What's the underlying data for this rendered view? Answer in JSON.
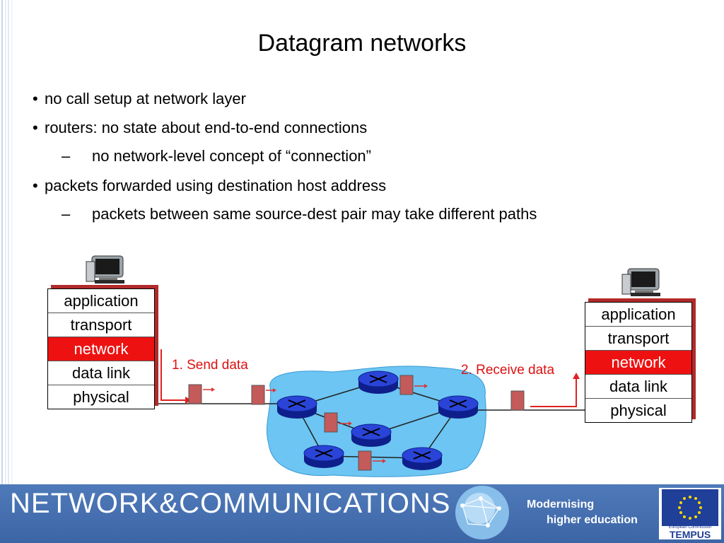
{
  "title": "Datagram networks",
  "bullets": [
    "no call setup at network layer",
    "routers: no state about end-to-end connections",
    "packets forwarded using destination host address"
  ],
  "subbullets": [
    "no network-level concept of “connection”",
    "packets between same source-dest pair may take different paths"
  ],
  "bullet_symbol": "•",
  "dash_symbol": "–",
  "stacks": {
    "left": [
      "application",
      "transport",
      "network",
      "data link",
      "physical"
    ],
    "right": [
      "application",
      "transport",
      "network",
      "data link",
      "physical"
    ]
  },
  "labels": {
    "send": "1. Send data",
    "receive": "2. Receive data"
  },
  "footer": {
    "title": "NETWORK&COMMUNICATIONS",
    "modernising": "Modernising",
    "higher_education": "higher education",
    "eu_caption": "European Commission",
    "tempus": "TEMPUS"
  },
  "colors": {
    "highlight": "#ee1111",
    "cloud": "#6cc5f2",
    "router": "#1a2fc4",
    "packet": "#c45a5a",
    "footer": "#4a74b5"
  }
}
